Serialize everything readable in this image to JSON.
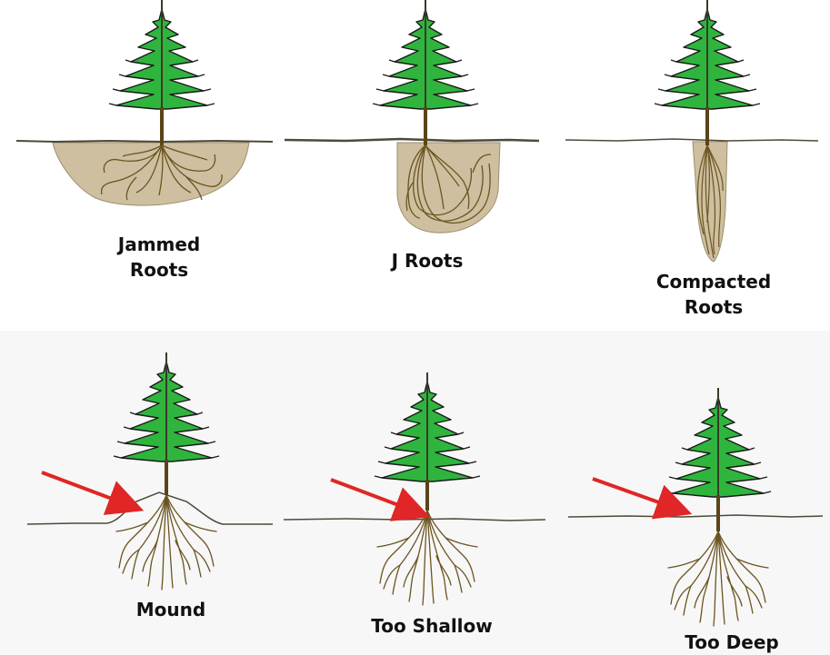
{
  "colors": {
    "foliage": "#2fb53d",
    "foliage_outline": "#1a1a1a",
    "trunk": "#5a4418",
    "root": "#6b5420",
    "soil_fill": "#cdbf9f",
    "ground_line": "#4b4b3a",
    "arrow": "#e02626",
    "background_bottom": "#f7f7f7"
  },
  "panels": [
    {
      "id": "jammed",
      "label_lines": [
        "Jammed",
        "Roots"
      ]
    },
    {
      "id": "j-roots",
      "label_lines": [
        "J Roots"
      ]
    },
    {
      "id": "compacted",
      "label_lines": [
        "Compacted",
        "Roots"
      ]
    },
    {
      "id": "mound",
      "label_lines": [
        "Mound"
      ]
    },
    {
      "id": "too-shallow",
      "label_lines": [
        "Too Shallow"
      ]
    },
    {
      "id": "too-deep",
      "label_lines": [
        "Too Deep"
      ]
    }
  ],
  "icons": [
    "tree-icon",
    "arrow-icon",
    "root-icon",
    "planting-hole-icon"
  ]
}
